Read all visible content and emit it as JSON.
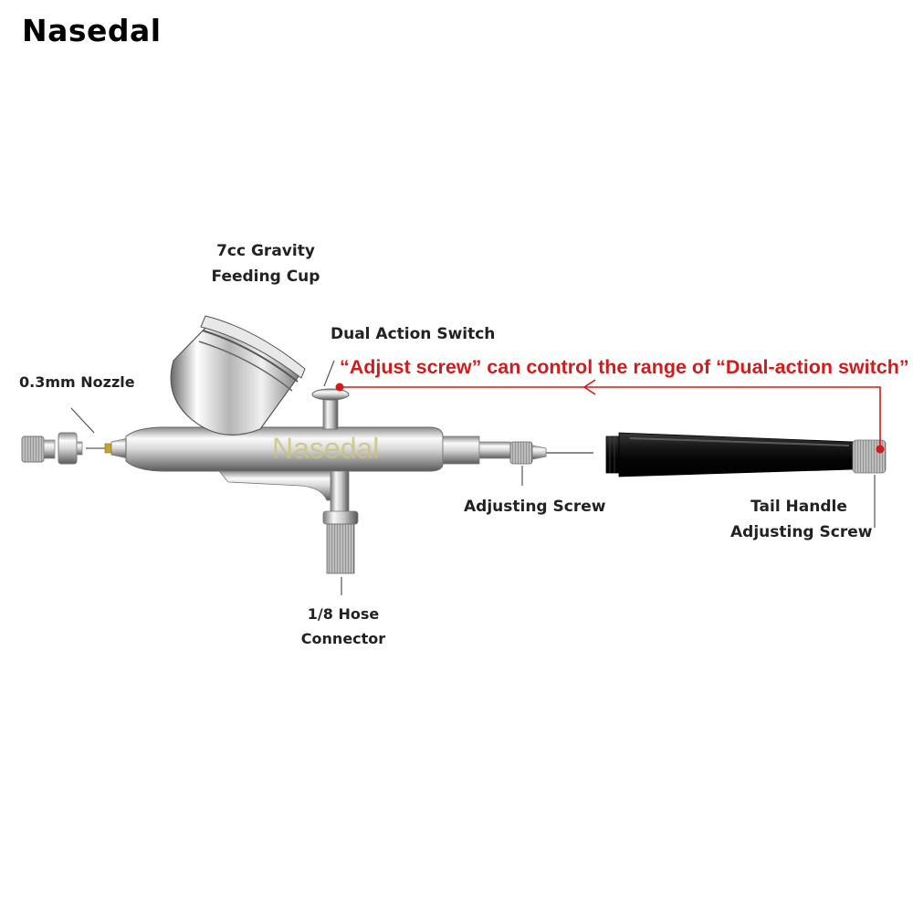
{
  "brand": {
    "name": "Nasedal"
  },
  "watermark": "Nasedal",
  "labels": {
    "cup_line1": "7cc Gravity",
    "cup_line2": "Feeding Cup",
    "switch": "Dual Action Switch",
    "nozzle": "0.3mm Nozzle",
    "adjusting_screw": "Adjusting Screw",
    "tail_line1": "Tail Handle",
    "tail_line2": "Adjusting Screw",
    "hose_line1": "1/8 Hose",
    "hose_line2": "Connector"
  },
  "note": {
    "text": "“Adjust screw” can control the range of “Dual-action switch”"
  },
  "colors": {
    "note": "#d41a1a",
    "label": "#222222",
    "chrome_light": "#f4f4f4",
    "chrome_dark": "#6e6e6e",
    "handle": "#111111",
    "watermark": "#c9c27a"
  }
}
